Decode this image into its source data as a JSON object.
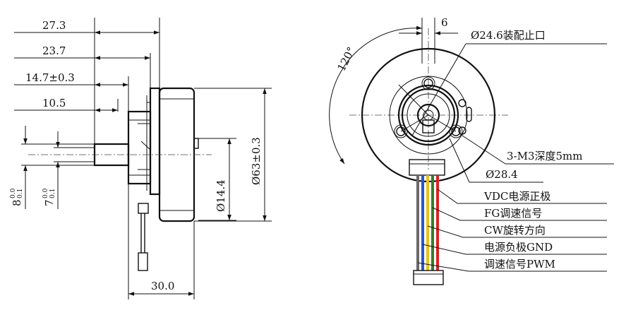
{
  "side_view": {
    "dimensions": {
      "d_27_3": "27.3",
      "d_23_7": "23.7",
      "d_14_7": "14.7±0.3",
      "d_10_5": "10.5",
      "d_8": "8",
      "d_8_tol_upper": "0.0",
      "d_8_tol_lower": "0.1",
      "d_7": "7",
      "d_7_tol_upper": "0.0",
      "d_7_tol_lower": "0.1",
      "d_phi14_4": "Ø14.4",
      "d_phi63": "Ø63±0.3",
      "d_30": "30.0"
    }
  },
  "front_view": {
    "dimensions": {
      "d_6": "6",
      "d_120": "120°",
      "d_phi24_6": "Ø24.6装配止口",
      "d_m3": "3-M3深度5mm",
      "d_phi28_4": "Ø28.4"
    },
    "wires": [
      {
        "label": "VDC电源正极",
        "color": "#d92323"
      },
      {
        "label": "FG调速信号",
        "color": "#3a7a2a"
      },
      {
        "label": "CW旋转方向",
        "color": "#e8c21a"
      },
      {
        "label": "电源负极GND",
        "color": "#2a56c8"
      },
      {
        "label": "调速信号PWM",
        "color": "#6a6a6a"
      }
    ]
  }
}
